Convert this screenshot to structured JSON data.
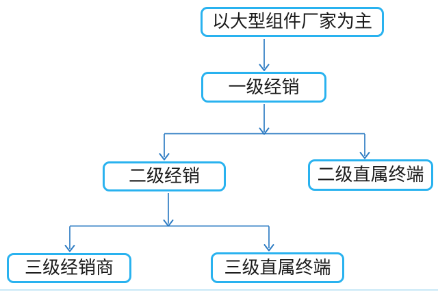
{
  "diagram": {
    "type": "flowchart",
    "nodes": [
      {
        "id": "root",
        "label": "以大型组件厂家为主",
        "level": 0
      },
      {
        "id": "level1",
        "label": "一级经销",
        "level": 1
      },
      {
        "id": "level2-dist",
        "label": "二级经销",
        "level": 2
      },
      {
        "id": "level2-terminal",
        "label": "二级直属终端",
        "level": 2
      },
      {
        "id": "level3-dist",
        "label": "三级经销商",
        "level": 3
      },
      {
        "id": "level3-terminal",
        "label": "三级直属终端",
        "level": 3
      }
    ],
    "edges": [
      {
        "from": "root",
        "to": "level1"
      },
      {
        "from": "level1",
        "to": "level2-dist"
      },
      {
        "from": "level1",
        "to": "level2-terminal"
      },
      {
        "from": "level2-dist",
        "to": "level3-dist"
      },
      {
        "from": "level2-dist",
        "to": "level3-terminal"
      }
    ],
    "colors": {
      "node_border": "#29b2ef",
      "connector": "#2e7cc3",
      "text": "#1a1a1a",
      "background": "#ffffff",
      "baseline": "#c8e8f7"
    }
  }
}
